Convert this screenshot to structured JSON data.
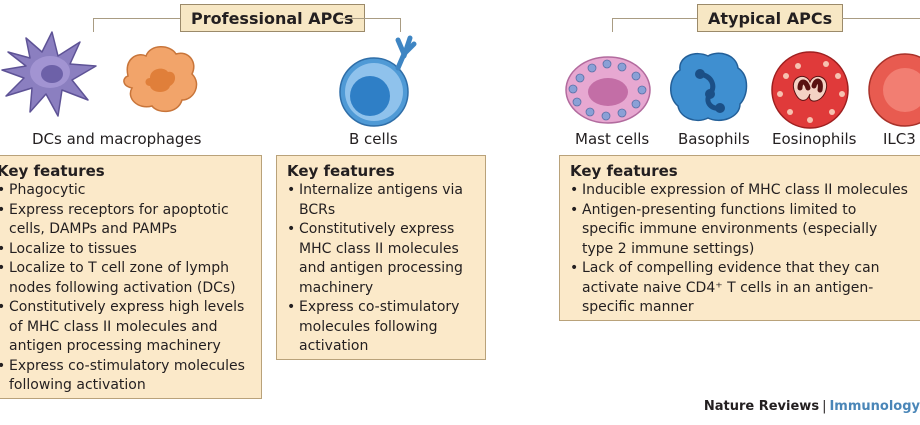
{
  "headers": {
    "professional": "Professional APCs",
    "atypical": "Atypical APCs"
  },
  "cell_labels": {
    "dcs_macrophages": "DCs and macrophages",
    "b_cells": "B cells",
    "mast_cells": "Mast cells",
    "basophils": "Basophils",
    "eosinophils": "Eosinophils",
    "ilc3": "ILC3"
  },
  "boxes": {
    "dcs": {
      "title": "Key features",
      "items": [
        "Phagocytic",
        "Express receptors for apoptotic cells, DAMPs and PAMPs",
        "Localize to tissues",
        "Localize to T cell zone of lymph nodes following activation (DCs)",
        "Constitutively express high levels of MHC class II molecules and antigen processing machinery",
        "Express co-stimulatory molecules following activation"
      ]
    },
    "b_cells": {
      "title": "Key features",
      "items": [
        "Internalize antigens via BCRs",
        "Constitutively express MHC class II molecules and antigen processing machinery",
        "Express co-stimulatory molecules following activation"
      ]
    },
    "atypical": {
      "title": "Key features",
      "items": [
        "Inducible expression of MHC class II molecules",
        "Antigen-presenting functions limited to specific immune environments (especially type 2 immune settings)",
        "Lack of compelling evidence that they can activate naive CD4⁺ T cells in an antigen-specific manner"
      ]
    }
  },
  "footer": {
    "publisher": "Nature Reviews",
    "separator": "|",
    "journal": "Immunology"
  },
  "colors": {
    "header_fill": "#f7e7c4",
    "box_fill": "#fbe9c9",
    "dc_purple": "#8b7fc0",
    "macrophage_orange": "#f2a46a",
    "b_cell_blue": "#4f9ad6",
    "mast_cell_pink": "#e7a8d1",
    "basophil_blue": "#3f8fd0",
    "eosinophil_red": "#e03a3a",
    "journal_blue": "#4a86b8"
  }
}
